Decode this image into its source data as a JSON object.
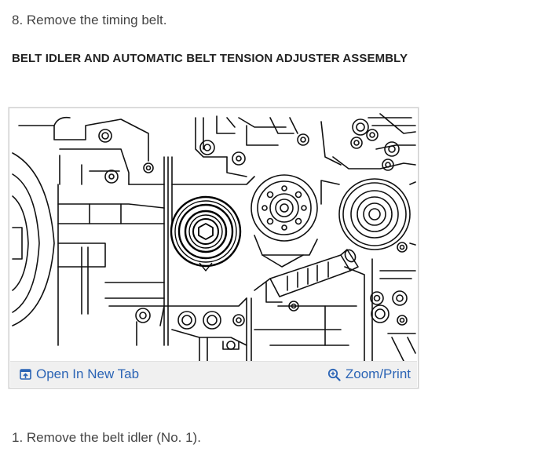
{
  "step": {
    "text": "8. Remove the timing belt."
  },
  "section": {
    "heading": "BELT IDLER AND AUTOMATIC BELT TENSION ADJUSTER ASSEMBLY"
  },
  "figure": {
    "open_link_label": "Open In New Tab",
    "open_icon": "open-new-tab-icon",
    "zoom_link_label": "Zoom/Print",
    "zoom_icon": "zoom-magnifier-icon",
    "link_color": "#2b64b5",
    "bar_color": "#f0f0f0"
  },
  "substep": {
    "text": "1. Remove the belt idler (No. 1)."
  }
}
